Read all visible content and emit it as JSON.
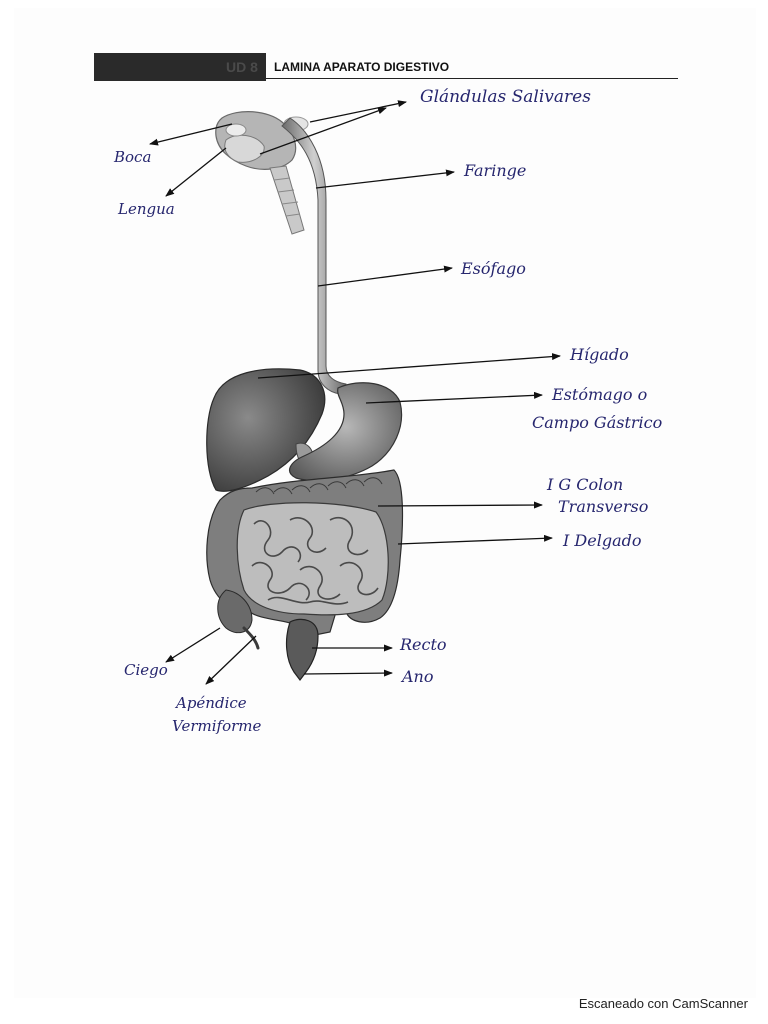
{
  "header": {
    "unit": "UD 8",
    "title": "LAMINA APARATO DIGESTIVO"
  },
  "labels": {
    "glandulas_salivares": "Glándulas Salivares",
    "boca": "Boca",
    "lengua": "Lengua",
    "faringe": "Faringe",
    "esofago": "Esófago",
    "higado": "Hígado",
    "estomago_1": "Estómago o",
    "estomago_2": "Campo Gástrico",
    "colon_1": "I G Colon",
    "colon_2": "Transverso",
    "delgado": "I Delgado",
    "recto": "Recto",
    "ano": "Ano",
    "ciego": "Ciego",
    "apendice_1": "Apéndice",
    "apendice_2": "Vermiforme"
  },
  "footer": {
    "scanner": "Escaneado con CamScanner"
  }
}
